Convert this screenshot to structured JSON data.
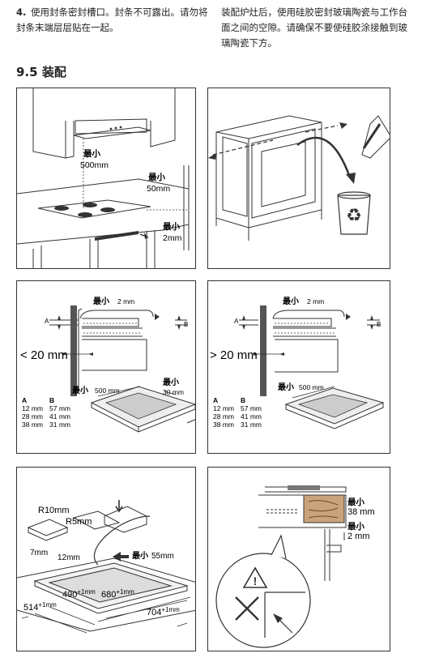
{
  "intro": {
    "step_number": "4.",
    "step_text": "使用封条密封槽口。封条不可露出。请勿将封条末端层层贴在一起。",
    "right_text": "装配炉灶后，使用硅胶密封玻璃陶瓷与工作台面之间的空隙。请确保不要使硅胶涂接触到玻璃陶瓷下方。"
  },
  "section": {
    "number": "9.5",
    "title": "装配"
  },
  "panel1": {
    "min_label": "最小",
    "hood_value": "500mm",
    "side_value": "50mm",
    "gap_value": "2mm"
  },
  "panel3": {
    "min_label": "最小",
    "top_value": "2 mm",
    "a_label": "A",
    "b_label": "B",
    "dist": "< 20 mm",
    "cut_value": "500 mm",
    "depth_value": "30 mm",
    "table_head": [
      "A",
      "B"
    ],
    "rows": [
      [
        "12 mm",
        "57 mm"
      ],
      [
        "28 mm",
        "41 mm"
      ],
      [
        "38 mm",
        "31 mm"
      ]
    ]
  },
  "panel4": {
    "min_label": "最小",
    "top_value": "2 mm",
    "a_label": "A",
    "b_label": "B",
    "dist": "> 20 mm",
    "cut_value": "500 mm",
    "table_head": [
      "A",
      "B"
    ],
    "rows": [
      [
        "12 mm",
        "57 mm"
      ],
      [
        "28 mm",
        "41 mm"
      ],
      [
        "38 mm",
        "31 mm"
      ]
    ]
  },
  "panel5": {
    "r10": "R10mm",
    "r5": "R5mm",
    "d7": "7mm",
    "d12": "12mm",
    "min_label": "最小",
    "d55": "55mm",
    "cut_w_a": "490",
    "cut_w_b": "+1mm",
    "cut_l_a": "680",
    "cut_l_b": "+1mm",
    "hob_w_a": "514",
    "hob_w_b": "+1mm",
    "hob_l_a": "704",
    "hob_l_b": "+1mm"
  },
  "panel6": {
    "min_label": "最小",
    "val1": "38 mm",
    "val2": "2 mm"
  }
}
